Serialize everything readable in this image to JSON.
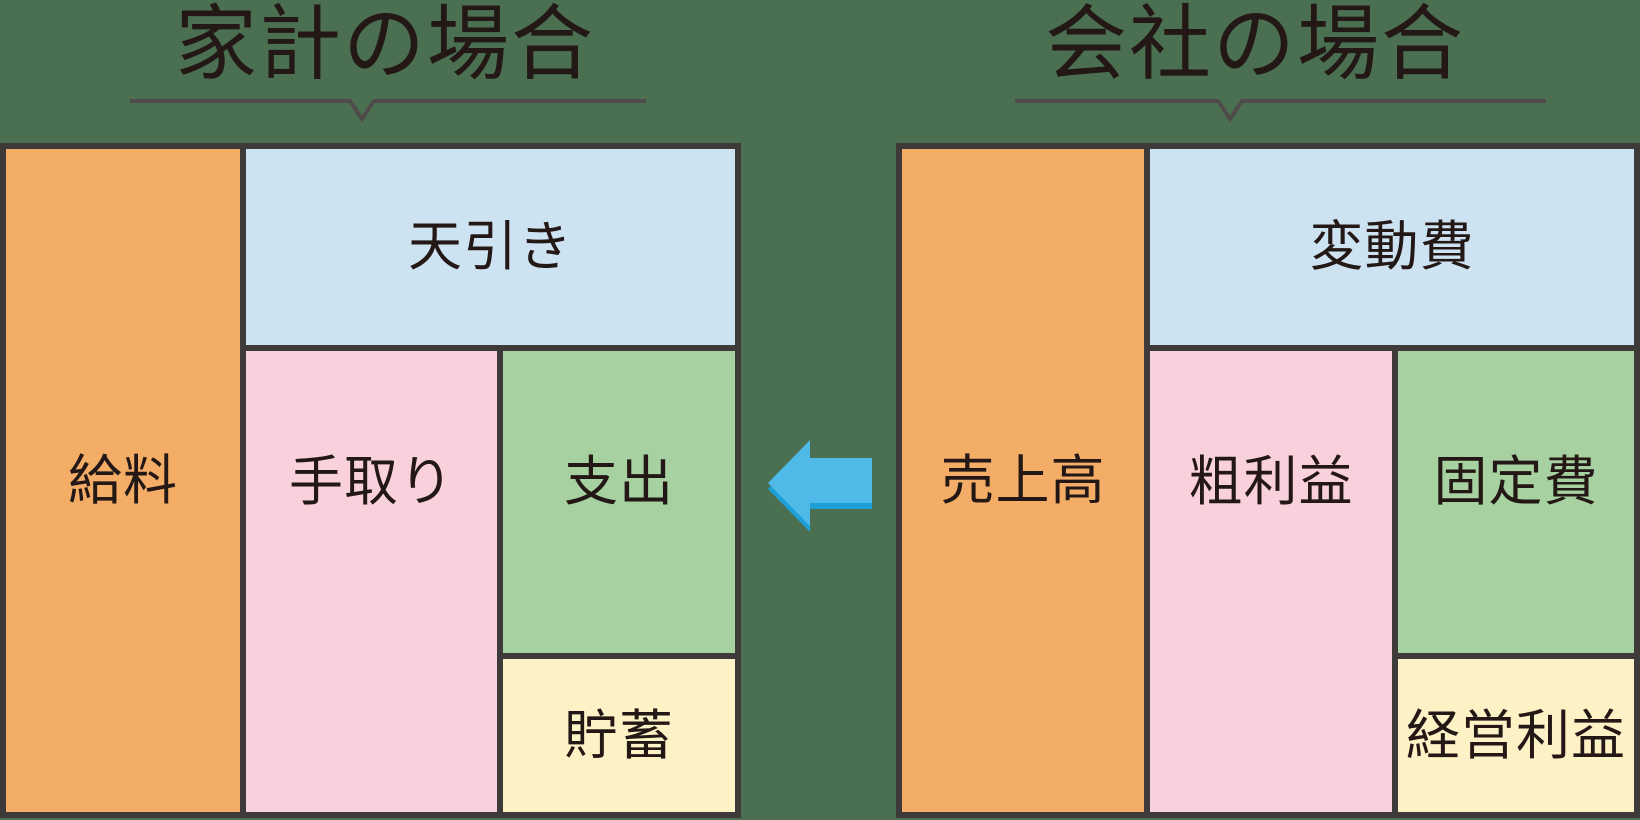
{
  "household": {
    "title": "家計の場合",
    "salary": "給料",
    "deduction": "天引き",
    "take_home": "手取り",
    "spending": "支出",
    "savings": "貯蓄"
  },
  "company": {
    "title": "会社の場合",
    "sales": "売上高",
    "variable_costs": "変動費",
    "gross_profit": "粗利益",
    "fixed_costs": "固定費",
    "operating_profit": "経営利益"
  },
  "arrow": {
    "direction": "left",
    "color": "#4FBAE8",
    "shadow_color": "#1EA0D7"
  },
  "decorations": {
    "bracket_color": "#4F4B4B",
    "border_color": "#3E3A39",
    "background_color": "#4A7051",
    "text_color": "#231815"
  },
  "palette": {
    "orange": "#F3AD67",
    "blue": "#CDE3F2",
    "pink": "#F8D1DC",
    "green": "#A7D1A0",
    "yellow": "#FDF2C6"
  }
}
